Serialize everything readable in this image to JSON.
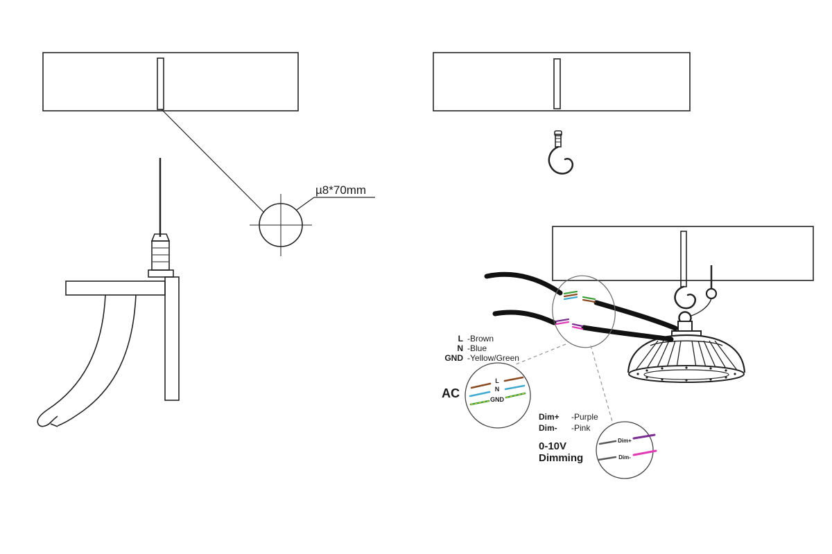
{
  "diagram": {
    "title": "led-high-bay-installation-diagram"
  },
  "labels": {
    "drill_hole": "µ8*70mm",
    "ac_legend": {
      "l_key": "L",
      "l_val": "-Brown",
      "n_key": "N",
      "n_val": "-Blue",
      "gnd_key": "GND",
      "gnd_val": "-Yellow/Green"
    },
    "ac_title": "AC",
    "ac_circle": {
      "l": "L",
      "n": "N",
      "gnd": "GND"
    },
    "dim_legend": {
      "plus_key": "Dim+",
      "plus_val": "-Purple",
      "minus_key": "Dim-",
      "minus_val": "-Pink"
    },
    "dim_title_line1": "0-10V",
    "dim_title_line2": "Dimming",
    "dim_circle": {
      "plus": "Dim+",
      "minus": "Dim-"
    }
  },
  "colors": {
    "line": "#222222",
    "thin": "#444444",
    "cable": "#111111",
    "brown": "#8a4a22",
    "blue": "#3fa9d0",
    "green": "#3fa03a",
    "yellow": "#e6c832",
    "purple": "#7a2c8f",
    "pink": "#e13bb5",
    "gray": "#5a5a5a",
    "dash": "#9a9a9a"
  }
}
